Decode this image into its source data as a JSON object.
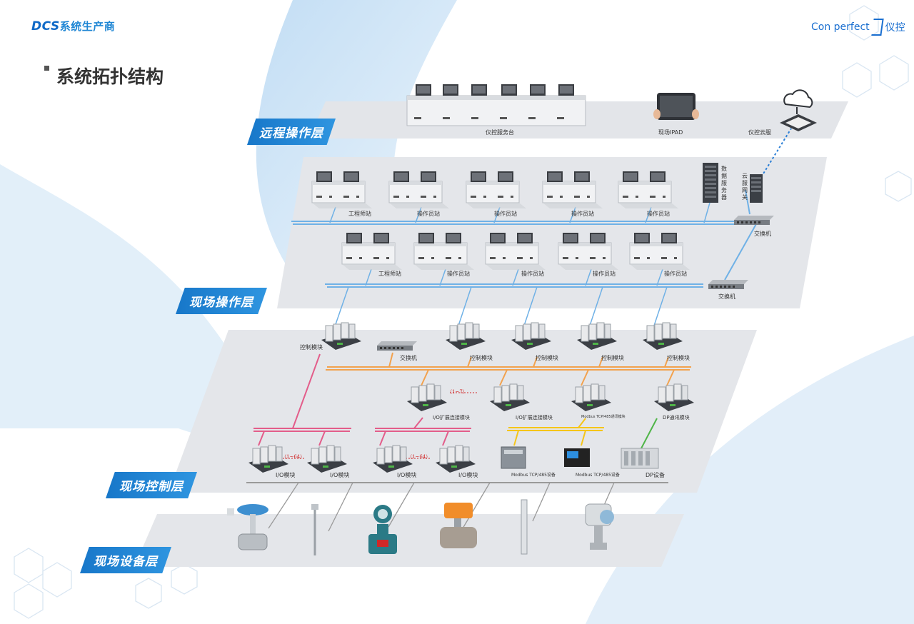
{
  "brand": {
    "dcs": "DCS",
    "rest": "系统生产商"
  },
  "logo": {
    "text": "Con perfect",
    "cn": "仪控"
  },
  "page_title": "系统拓扑结构",
  "layers": {
    "remote": "远程操作层",
    "field_op": "现场操作层",
    "field_ctrl": "现场控制层",
    "field_dev": "现场设备层"
  },
  "remote_layer": {
    "console": "仪控服务台",
    "ipad": "现场IPAD",
    "cloud": "仪控云服"
  },
  "op_row1": [
    "工程师站",
    "操作员站",
    "操作员站",
    "操作员站",
    "操作员站"
  ],
  "op_row2": [
    "工程师站",
    "操作员站",
    "操作员站",
    "操作员站",
    "操作员站"
  ],
  "data_server": "数据服务器",
  "cloud_gateway": "云服网关",
  "switch": "交换机",
  "ctrl_modules": [
    "控制模块",
    "控制模块",
    "控制模块",
    "控制模块",
    "控制模块"
  ],
  "ext_modules": {
    "io_ext_1": "I/O扩展连接模块",
    "io_ext_2": "I/O扩展连接模块",
    "modbus_comm": "Modbus TCP/485通讯模块",
    "dp_comm": "DP通讯模块"
  },
  "ranges": {
    "r17": "（1~7）",
    "r164": "（1~64）"
  },
  "io_module": "I/O模块",
  "devices": {
    "modbus_dev": "Modbus TCP/485设备",
    "dp_dev": "DP设备"
  },
  "colors": {
    "accent": "#1777c9",
    "bus_blue": "#6fb1e6",
    "bus_orange": "#f2a24e",
    "bus_pink": "#e35d8a",
    "bus_yellow": "#f5c518",
    "bus_green": "#4fb548"
  }
}
